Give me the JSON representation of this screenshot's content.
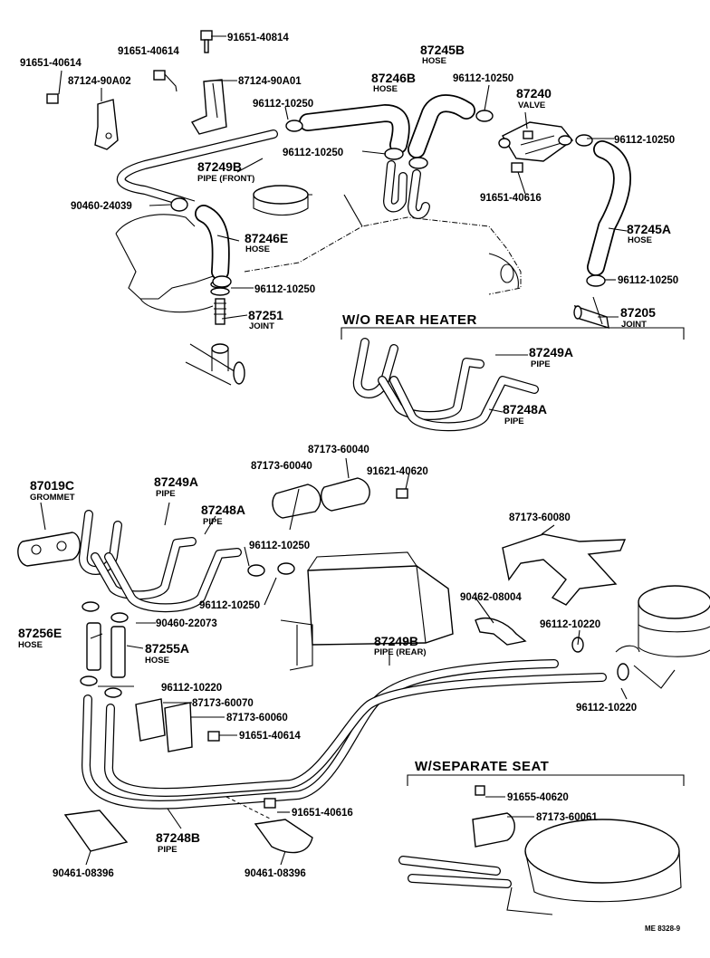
{
  "sections": {
    "wo_rear_heater": "W/O  REAR  HEATER",
    "w_separate_seat": "W/SEPARATE  SEAT"
  },
  "corner_code": "ME 8328-9",
  "labels": [
    {
      "part": "91651-40814",
      "desc": ""
    },
    {
      "part": "91651-40614",
      "desc": ""
    },
    {
      "part": "91651-40614",
      "desc": ""
    },
    {
      "part": "87124-90A02",
      "desc": ""
    },
    {
      "part": "87124-90A01",
      "desc": ""
    },
    {
      "part": "87246B",
      "desc": "HOSE"
    },
    {
      "part": "87245B",
      "desc": "HOSE"
    },
    {
      "part": "96112-10250",
      "desc": ""
    },
    {
      "part": "87240",
      "desc": "VALVE"
    },
    {
      "part": "96112-10250",
      "desc": ""
    },
    {
      "part": "96112-10250",
      "desc": ""
    },
    {
      "part": "96112-10250",
      "desc": ""
    },
    {
      "part": "87249B",
      "desc": "PIPE  (FRONT)"
    },
    {
      "part": "91651-40616",
      "desc": ""
    },
    {
      "part": "90460-24039",
      "desc": ""
    },
    {
      "part": "87246E",
      "desc": "HOSE"
    },
    {
      "part": "87245A",
      "desc": "HOSE"
    },
    {
      "part": "96112-10250",
      "desc": ""
    },
    {
      "part": "96112-10250",
      "desc": ""
    },
    {
      "part": "87251",
      "desc": "JOINT"
    },
    {
      "part": "87205",
      "desc": "JOINT"
    },
    {
      "part": "87249A",
      "desc": "PIPE"
    },
    {
      "part": "87248A",
      "desc": "PIPE"
    },
    {
      "part": "87173-60040",
      "desc": ""
    },
    {
      "part": "87173-60040",
      "desc": ""
    },
    {
      "part": "91621-40620",
      "desc": ""
    },
    {
      "part": "87019C",
      "desc": "GROMMET"
    },
    {
      "part": "87249A",
      "desc": "PIPE"
    },
    {
      "part": "87248A",
      "desc": "PIPE"
    },
    {
      "part": "96112-10250",
      "desc": ""
    },
    {
      "part": "87173-60080",
      "desc": ""
    },
    {
      "part": "96112-10250",
      "desc": ""
    },
    {
      "part": "90462-08004",
      "desc": ""
    },
    {
      "part": "90460-22073",
      "desc": ""
    },
    {
      "part": "96112-10220",
      "desc": ""
    },
    {
      "part": "87256E",
      "desc": "HOSE"
    },
    {
      "part": "87255A",
      "desc": "HOSE"
    },
    {
      "part": "87249B",
      "desc": "PIPE  (REAR)"
    },
    {
      "part": "96112-10220",
      "desc": ""
    },
    {
      "part": "87173-60070",
      "desc": ""
    },
    {
      "part": "87173-60060",
      "desc": ""
    },
    {
      "part": "96112-10220",
      "desc": ""
    },
    {
      "part": "91651-40614",
      "desc": ""
    },
    {
      "part": "91655-40620",
      "desc": ""
    },
    {
      "part": "87173-60061",
      "desc": ""
    },
    {
      "part": "91651-40616",
      "desc": ""
    },
    {
      "part": "87248B",
      "desc": "PIPE"
    },
    {
      "part": "90461-08396",
      "desc": ""
    },
    {
      "part": "90461-08396",
      "desc": ""
    }
  ]
}
